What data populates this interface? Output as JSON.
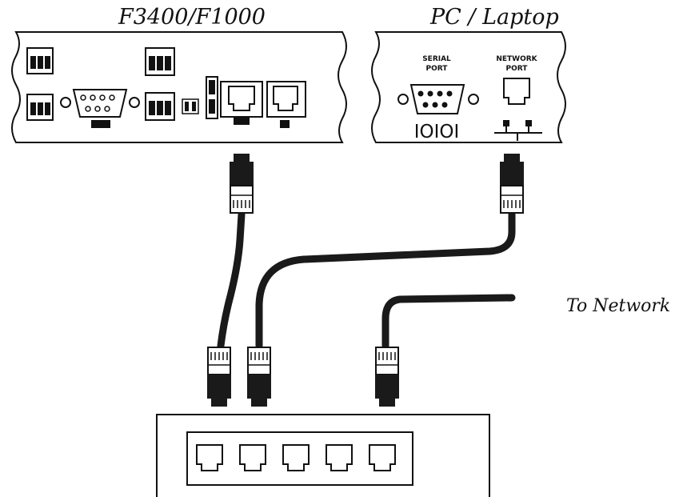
{
  "labels": {
    "device_title": "F3400/F1000",
    "pc_title": "PC / Laptop",
    "network_title": "To Network"
  },
  "pc_panel": {
    "serial_port_line1": "SERIAL",
    "serial_port_line2": "PORT",
    "network_port_line1": "NETWORK",
    "network_port_line2": "PORT",
    "serial_symbol": "IOIOI"
  },
  "colors": {
    "line": "#111111",
    "background": "#ffffff",
    "cable": "#1a1a1a"
  }
}
